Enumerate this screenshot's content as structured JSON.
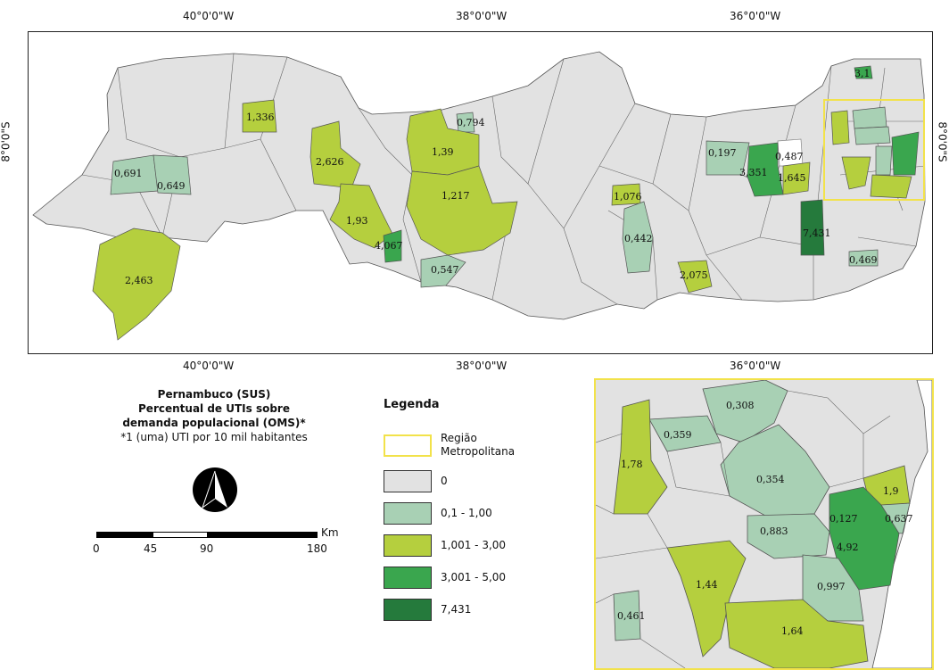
{
  "map": {
    "coords_top": [
      "40°0'0\"W",
      "38°0'0\"W",
      "36°0'0\"W"
    ],
    "coords_bottom": [
      "40°0'0\"W",
      "38°0'0\"W",
      "36°0'0\"W"
    ],
    "lat_left": "8°0'0\"S",
    "lat_right": "8°0'0\"S",
    "labels": [
      "1,336",
      "0,794",
      "1,39",
      "2,626",
      "0,691",
      "0,649",
      "1,93",
      "1,217",
      "4,067",
      "2,463",
      "0,547",
      "0,197",
      "0,487",
      "3,351",
      "1,645",
      "1,076",
      "0,442",
      "7,431",
      "2,075",
      "0,469",
      "3,1"
    ]
  },
  "inset": {
    "labels": [
      "0,308",
      "0,359",
      "1,78",
      "0,354",
      "1,9",
      "0,127",
      "0,637",
      "0,883",
      "4,92",
      "1,44",
      "0,997",
      "0,461",
      "1,64"
    ]
  },
  "title": {
    "line1": "Pernambuco (SUS)",
    "line2": "Percentual de UTIs sobre",
    "line3": "demanda populacional (OMS)*",
    "note": "*1 (uma) UTI por 10 mil habitantes"
  },
  "scale": {
    "ticks": [
      "0",
      "45",
      "90",
      "180"
    ],
    "unit": "Km"
  },
  "legend": {
    "title": "Legenda",
    "items": [
      {
        "label1": "Região",
        "label2": "Metropolitana",
        "color": "#ffffff",
        "border": "#f2e24a"
      },
      {
        "label1": "0",
        "label2": "",
        "color": "#e2e2e2",
        "border": "#333333"
      },
      {
        "label1": "0,1 - 1,00",
        "label2": "",
        "color": "#a8d0b4",
        "border": "#333333"
      },
      {
        "label1": "1,001 - 3,00",
        "label2": "",
        "color": "#b5cf3e",
        "border": "#333333"
      },
      {
        "label1": "3,001 - 5,00",
        "label2": "",
        "color": "#3aa64e",
        "border": "#333333"
      },
      {
        "label1": "7,431",
        "label2": "",
        "color": "#257a3c",
        "border": "#333333"
      }
    ]
  },
  "colors": {
    "zero": "#e2e2e2",
    "low": "#a8d0b4",
    "mid": "#b5cf3e",
    "high": "#3aa64e",
    "top": "#257a3c",
    "metro": "#f2e24a"
  }
}
